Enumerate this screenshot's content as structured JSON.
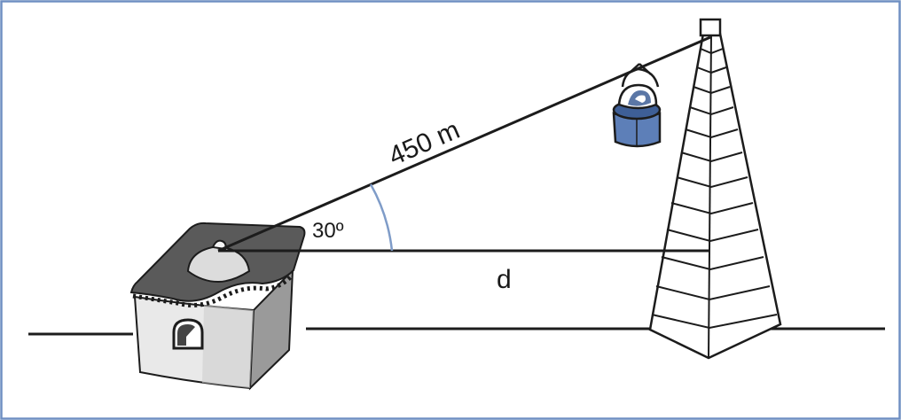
{
  "diagram": {
    "labels": {
      "cable_length": "450 m",
      "angle": "30º",
      "distance": "d"
    },
    "colors": {
      "frame": "#6f8fc2",
      "line": "#1c1c1c",
      "roof": "#5a5a5a",
      "wall": "#e9e9e9",
      "cabin": "#5d7fb8",
      "angle_arc": "#7f9cc8"
    },
    "measures": {
      "angle_degrees": 30,
      "cable_length_m": 450
    }
  }
}
